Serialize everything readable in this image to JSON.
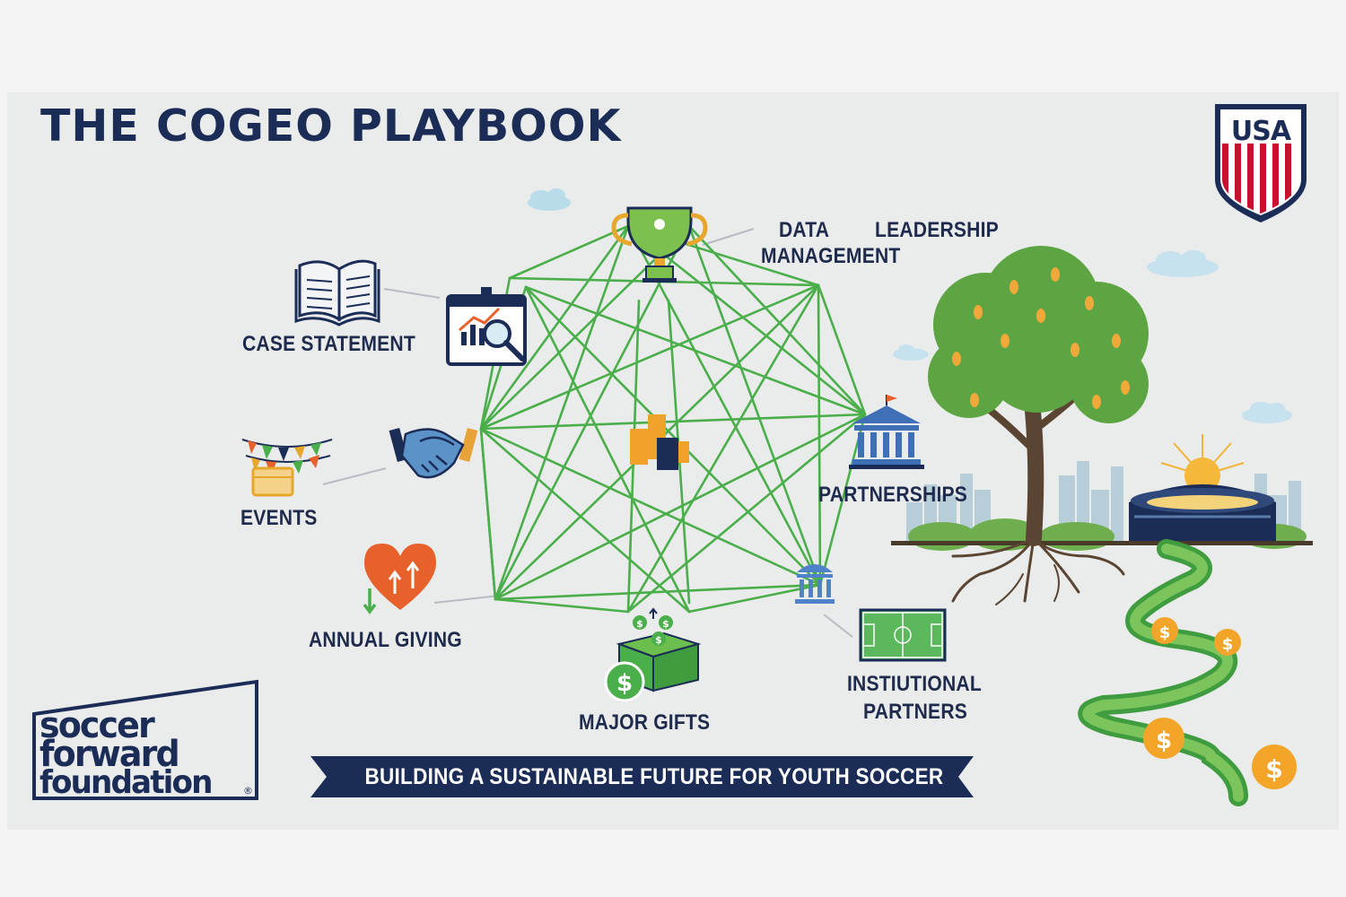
{
  "title": "THE COGEO PLAYBOOK",
  "labels": {
    "data_management": [
      "DATA",
      "MANAGEMENT"
    ],
    "leadership": "LEADERSHIP",
    "case_statement": "CASE STATEMENT",
    "events": "EVENTS",
    "annual_giving": "ANNUAL GIVING",
    "major_gifts": "MAJOR GIFTS",
    "partnerships": "PARTNERSHIPS",
    "institutional_partners": [
      "INSTIUTIONAL",
      "PARTNERS"
    ]
  },
  "banner": "BUILDING A SUSTAINABLE FUTURE FOR YOUTH SOCCER",
  "usa_logo": "USA",
  "brand": {
    "lines": [
      "soccer",
      "forward",
      "foundation"
    ],
    "mark": "®"
  },
  "colors": {
    "navy": "#1b2c57",
    "network_green": "#4aae4a",
    "tree_green": "#4f9a3a",
    "coin_orange": "#f3a52a",
    "usa_red": "#c8102e"
  },
  "icons": [
    "open-book-icon",
    "analytics-board-icon",
    "trophy-icon",
    "handshake-icon",
    "bunting-icon",
    "heart-arrows-icon",
    "money-box-icon",
    "bank-icon",
    "small-bank-icon",
    "soccer-field-icon",
    "tree-icon",
    "stadium-icon",
    "cloud-icon"
  ]
}
